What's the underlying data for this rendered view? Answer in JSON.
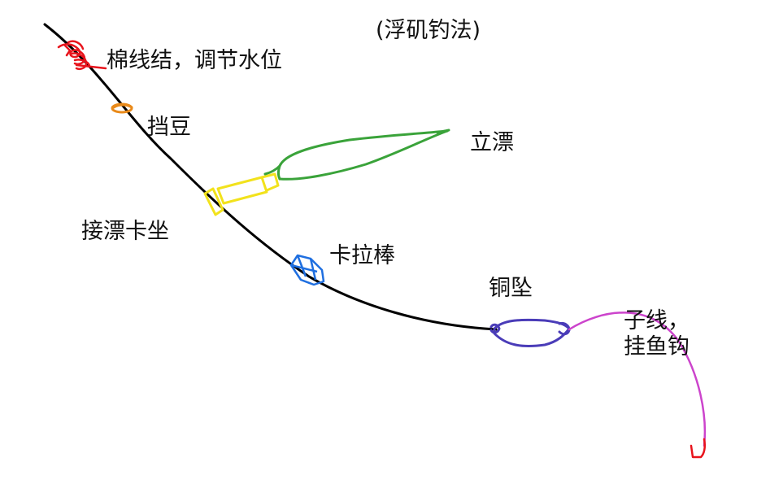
{
  "title": "(浮矶钓法)",
  "labels": {
    "knot": "棉线结，调节水位",
    "bean_stop": "挡豆",
    "float": "立漂",
    "float_seat": "接漂卡坐",
    "stick": "卡拉棒",
    "sinker": "铜坠",
    "leader_line1": "子线，",
    "leader_line2": "挂鱼钩"
  },
  "colors": {
    "main_line": "#000000",
    "knot": "#e8141c",
    "bean_stop": "#e98a1a",
    "float_body": "#3aa33a",
    "float_seat": "#f2e21c",
    "stick": "#1f6fe0",
    "sinker": "#4a3cb8",
    "leader": "#cc44cc",
    "hook": "#e8141c"
  }
}
